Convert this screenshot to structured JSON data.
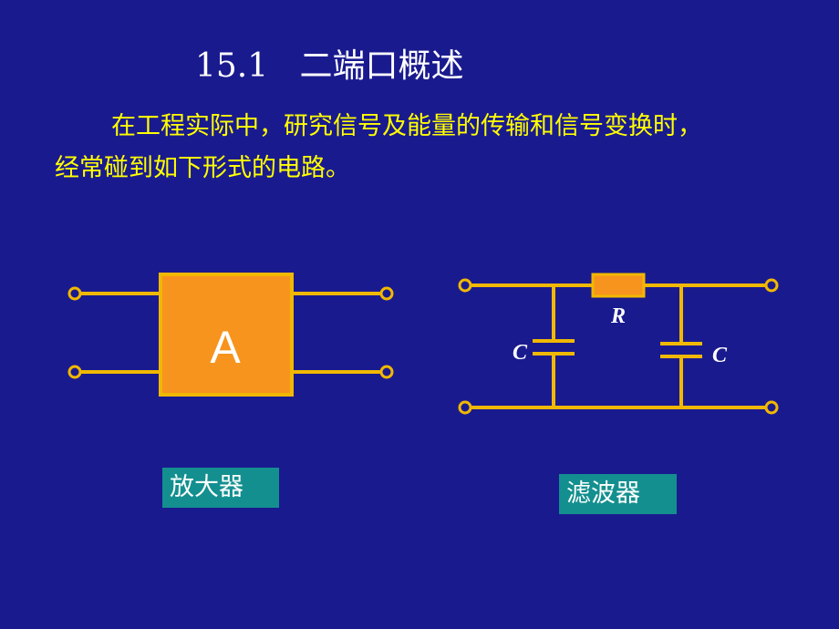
{
  "slide": {
    "title": "15.1   二端口概述",
    "paragraph": {
      "line1": "在工程实际中，研究信号及能量的传输和信号变换时，",
      "line2": "经常碰到如下形式的电路。"
    }
  },
  "amplifier": {
    "block_label": "A",
    "caption": "放大器",
    "block_color": "#f7941d"
  },
  "filter": {
    "resistor_label": "R",
    "capacitor_left_label": "C",
    "capacitor_right_label": "C",
    "caption": "滤波器"
  },
  "colors": {
    "background": "#1a1a8f",
    "wire": "#f0b800",
    "caption_box": "#148f8f",
    "title_text": "#ffffff",
    "body_text": "#ffff00"
  }
}
